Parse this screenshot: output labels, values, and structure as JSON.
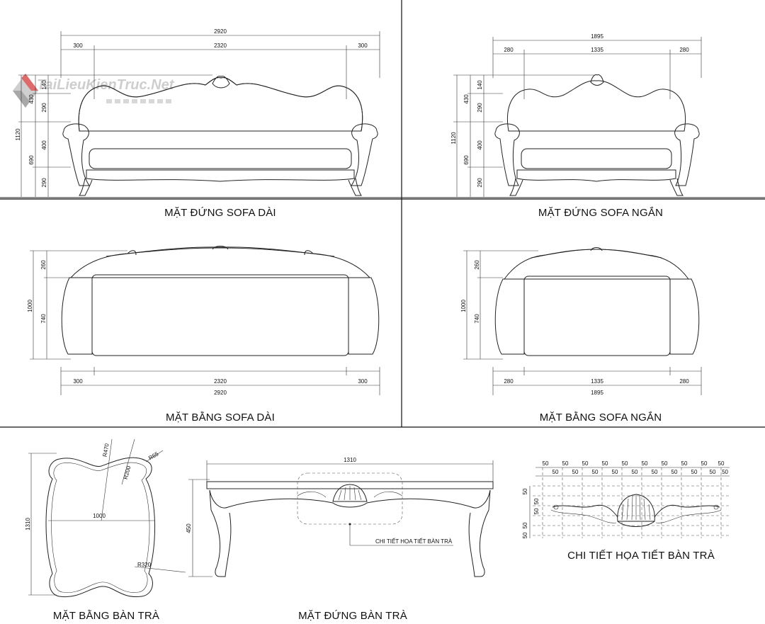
{
  "watermark": "TaiLieuKienTruc.Net",
  "captions": {
    "long_elev": "MẶT ĐỨNG SOFA DÀI",
    "short_elev": "MẶT ĐỨNG SOFA NGẮN",
    "long_plan": "MẶT BẰNG SOFA DÀI",
    "short_plan": "MẶT BẰNG SOFA NGẮN",
    "table_plan": "MẶT BẰNG BÀN TRÀ",
    "table_elev": "MẶT ĐỨNG BÀN TRÀ",
    "table_detail": "CHI TIẾT HỌA TIẾT BÀN TRÀ"
  },
  "long_elev_dims": {
    "total": "2920",
    "left": "300",
    "mid": "2320",
    "right": "300",
    "h_total": "1120",
    "h_upper": "430",
    "h_lower": "690",
    "h140": "140",
    "h290a": "290",
    "h400": "400",
    "h290b": "290"
  },
  "short_elev_dims": {
    "total": "1895",
    "left": "280",
    "mid": "1335",
    "right": "280",
    "h_total": "1120",
    "h_upper": "430",
    "h_lower": "690",
    "h140": "140",
    "h290a": "290",
    "h400": "400",
    "h290b": "290"
  },
  "long_plan_dims": {
    "depth": "1000",
    "back": "260",
    "seat": "740",
    "left": "300",
    "mid": "2320",
    "right": "300",
    "total": "2920"
  },
  "short_plan_dims": {
    "depth": "1000",
    "back": "260",
    "seat": "740",
    "left": "280",
    "mid": "1335",
    "right": "280",
    "total": "1895"
  },
  "table_plan_dims": {
    "r470": "R470",
    "r200": "R200",
    "r65": "R65",
    "width": "1000",
    "length": "1310",
    "r320": "R320"
  },
  "table_elev_dims": {
    "length": "1310",
    "height": "450",
    "callout": "CHI TIẾT HỌA TIẾT BÀN TRÀ"
  },
  "detail_grid": {
    "top_row": [
      "50",
      "50",
      "50",
      "50",
      "50",
      "50",
      "50",
      "50",
      "50",
      "50"
    ],
    "second_row": [
      "50",
      "50",
      "50",
      "50",
      "50",
      "50",
      "50",
      "50",
      "50",
      "50"
    ],
    "left_col": [
      "50",
      "50",
      "50",
      "50",
      "50"
    ]
  }
}
